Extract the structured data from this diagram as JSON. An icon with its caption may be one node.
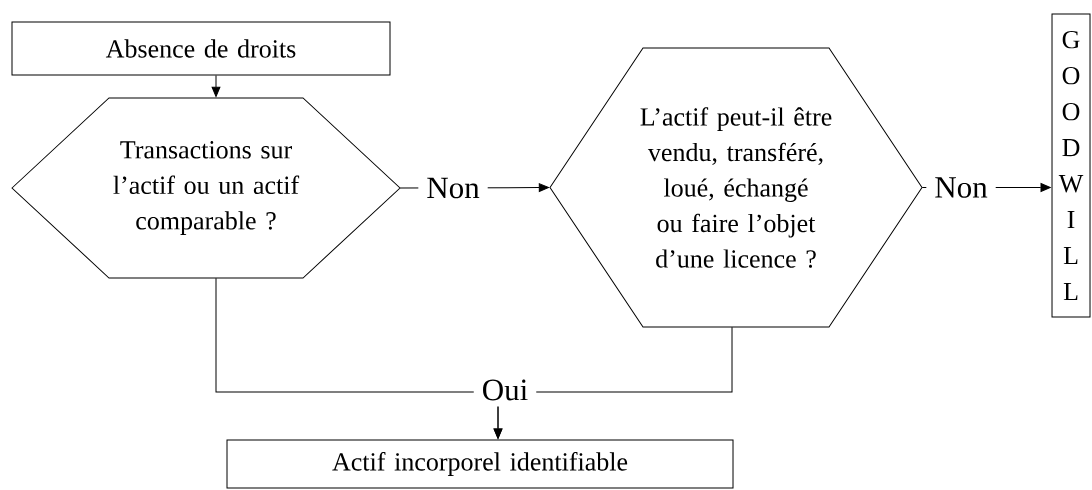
{
  "diagram": {
    "nodes": [
      {
        "text": [
          "Absence de droits"
        ]
      },
      {
        "text": [
          "Transactions sur l’actif ou un actif comparable ?"
        ]
      },
      {
        "text": [
          "L’actif peut-il être vendu, transféré, loué, échangé ou faire l’objet d’une licence ?"
        ]
      },
      {
        "text": [
          "G O O D W I L L"
        ]
      },
      {
        "text": [
          "Actif incorporel identifiable"
        ]
      }
    ],
    "edges": [
      {
        "from": 0,
        "to": 1,
        "arrow": "to"
      },
      {
        "from": 1,
        "to": 2,
        "arrow": "to",
        "label": "Non"
      },
      {
        "from": 2,
        "to": 3,
        "arrow": "to",
        "label": "Non"
      },
      {
        "from": 1,
        "to": 4,
        "arrow": "to",
        "label": "Oui"
      },
      {
        "from": 2,
        "to": 4,
        "arrow": "to"
      }
    ]
  }
}
